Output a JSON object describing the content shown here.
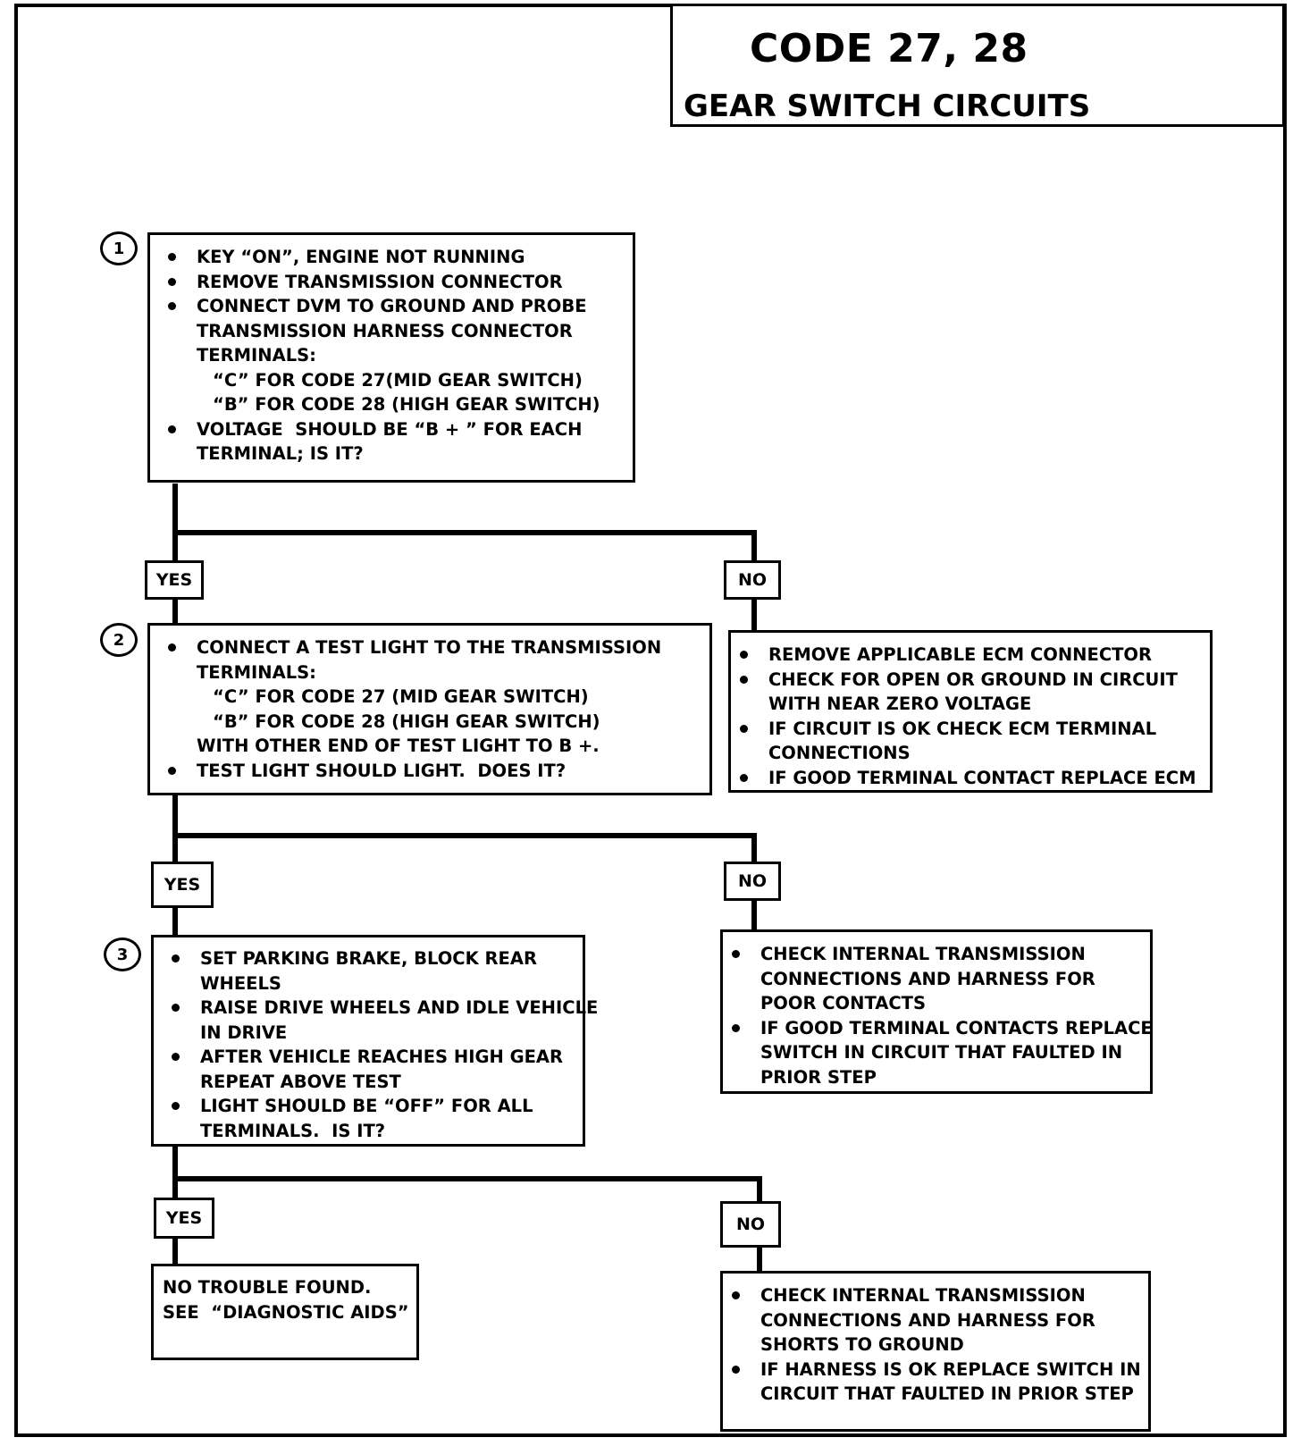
{
  "title": {
    "code": "CODE 27, 28",
    "subtitle": "GEAR SWITCH CIRCUITS"
  },
  "steps": [
    {
      "number": "1",
      "items": [
        "KEY “ON”, ENGINE NOT RUNNING",
        "REMOVE TRANSMISSION CONNECTOR",
        "CONNECT DVM TO GROUND AND PROBE\nTRANSMISSION HARNESS CONNECTOR\nTERMINALS:",
        "VOLTAGE  SHOULD BE “B + ” FOR EACH\nTERMINAL; IS IT?"
      ],
      "subitems": [
        "“C” FOR CODE 27(MID GEAR SWITCH)",
        "“B” FOR CODE 28 (HIGH GEAR SWITCH)"
      ]
    },
    {
      "number": "2",
      "items": [
        "CONNECT A TEST LIGHT TO THE TRANSMISSION\nTERMINALS:",
        "TEST LIGHT SHOULD LIGHT.  DOES IT?"
      ],
      "subitems": [
        "“C” FOR CODE 27 (MID GEAR SWITCH)",
        "“B” FOR CODE 28 (HIGH GEAR SWITCH)"
      ],
      "trailing": "WITH OTHER END OF TEST LIGHT TO B +."
    },
    {
      "number": "3",
      "items": [
        "SET PARKING BRAKE, BLOCK REAR\nWHEELS",
        "RAISE DRIVE WHEELS AND IDLE VEHICLE\nIN DRIVE",
        "AFTER VEHICLE REACHES HIGH GEAR\nREPEAT ABOVE TEST",
        "LIGHT SHOULD BE “OFF” FOR ALL\nTERMINALS.  IS IT?"
      ]
    }
  ],
  "no_results": [
    {
      "items": [
        "REMOVE APPLICABLE ECM CONNECTOR",
        "CHECK FOR OPEN OR GROUND IN CIRCUIT\nWITH NEAR ZERO VOLTAGE",
        "IF CIRCUIT IS OK CHECK ECM TERMINAL\nCONNECTIONS",
        "IF GOOD TERMINAL CONTACT REPLACE ECM"
      ]
    },
    {
      "items": [
        "CHECK INTERNAL TRANSMISSION\nCONNECTIONS AND HARNESS FOR\nPOOR CONTACTS",
        "IF GOOD TERMINAL CONTACTS REPLACE\nSWITCH IN CIRCUIT THAT FAULTED IN\nPRIOR STEP"
      ]
    },
    {
      "items": [
        "CHECK INTERNAL TRANSMISSION\nCONNECTIONS AND HARNESS FOR\nSHORTS TO GROUND",
        "IF HARNESS IS OK REPLACE SWITCH IN\nCIRCUIT THAT FAULTED IN PRIOR STEP"
      ]
    }
  ],
  "final_yes": "NO TROUBLE FOUND.\nSEE  “DIAGNOSTIC AIDS”",
  "labels": {
    "yes": "YES",
    "no": "NO"
  }
}
